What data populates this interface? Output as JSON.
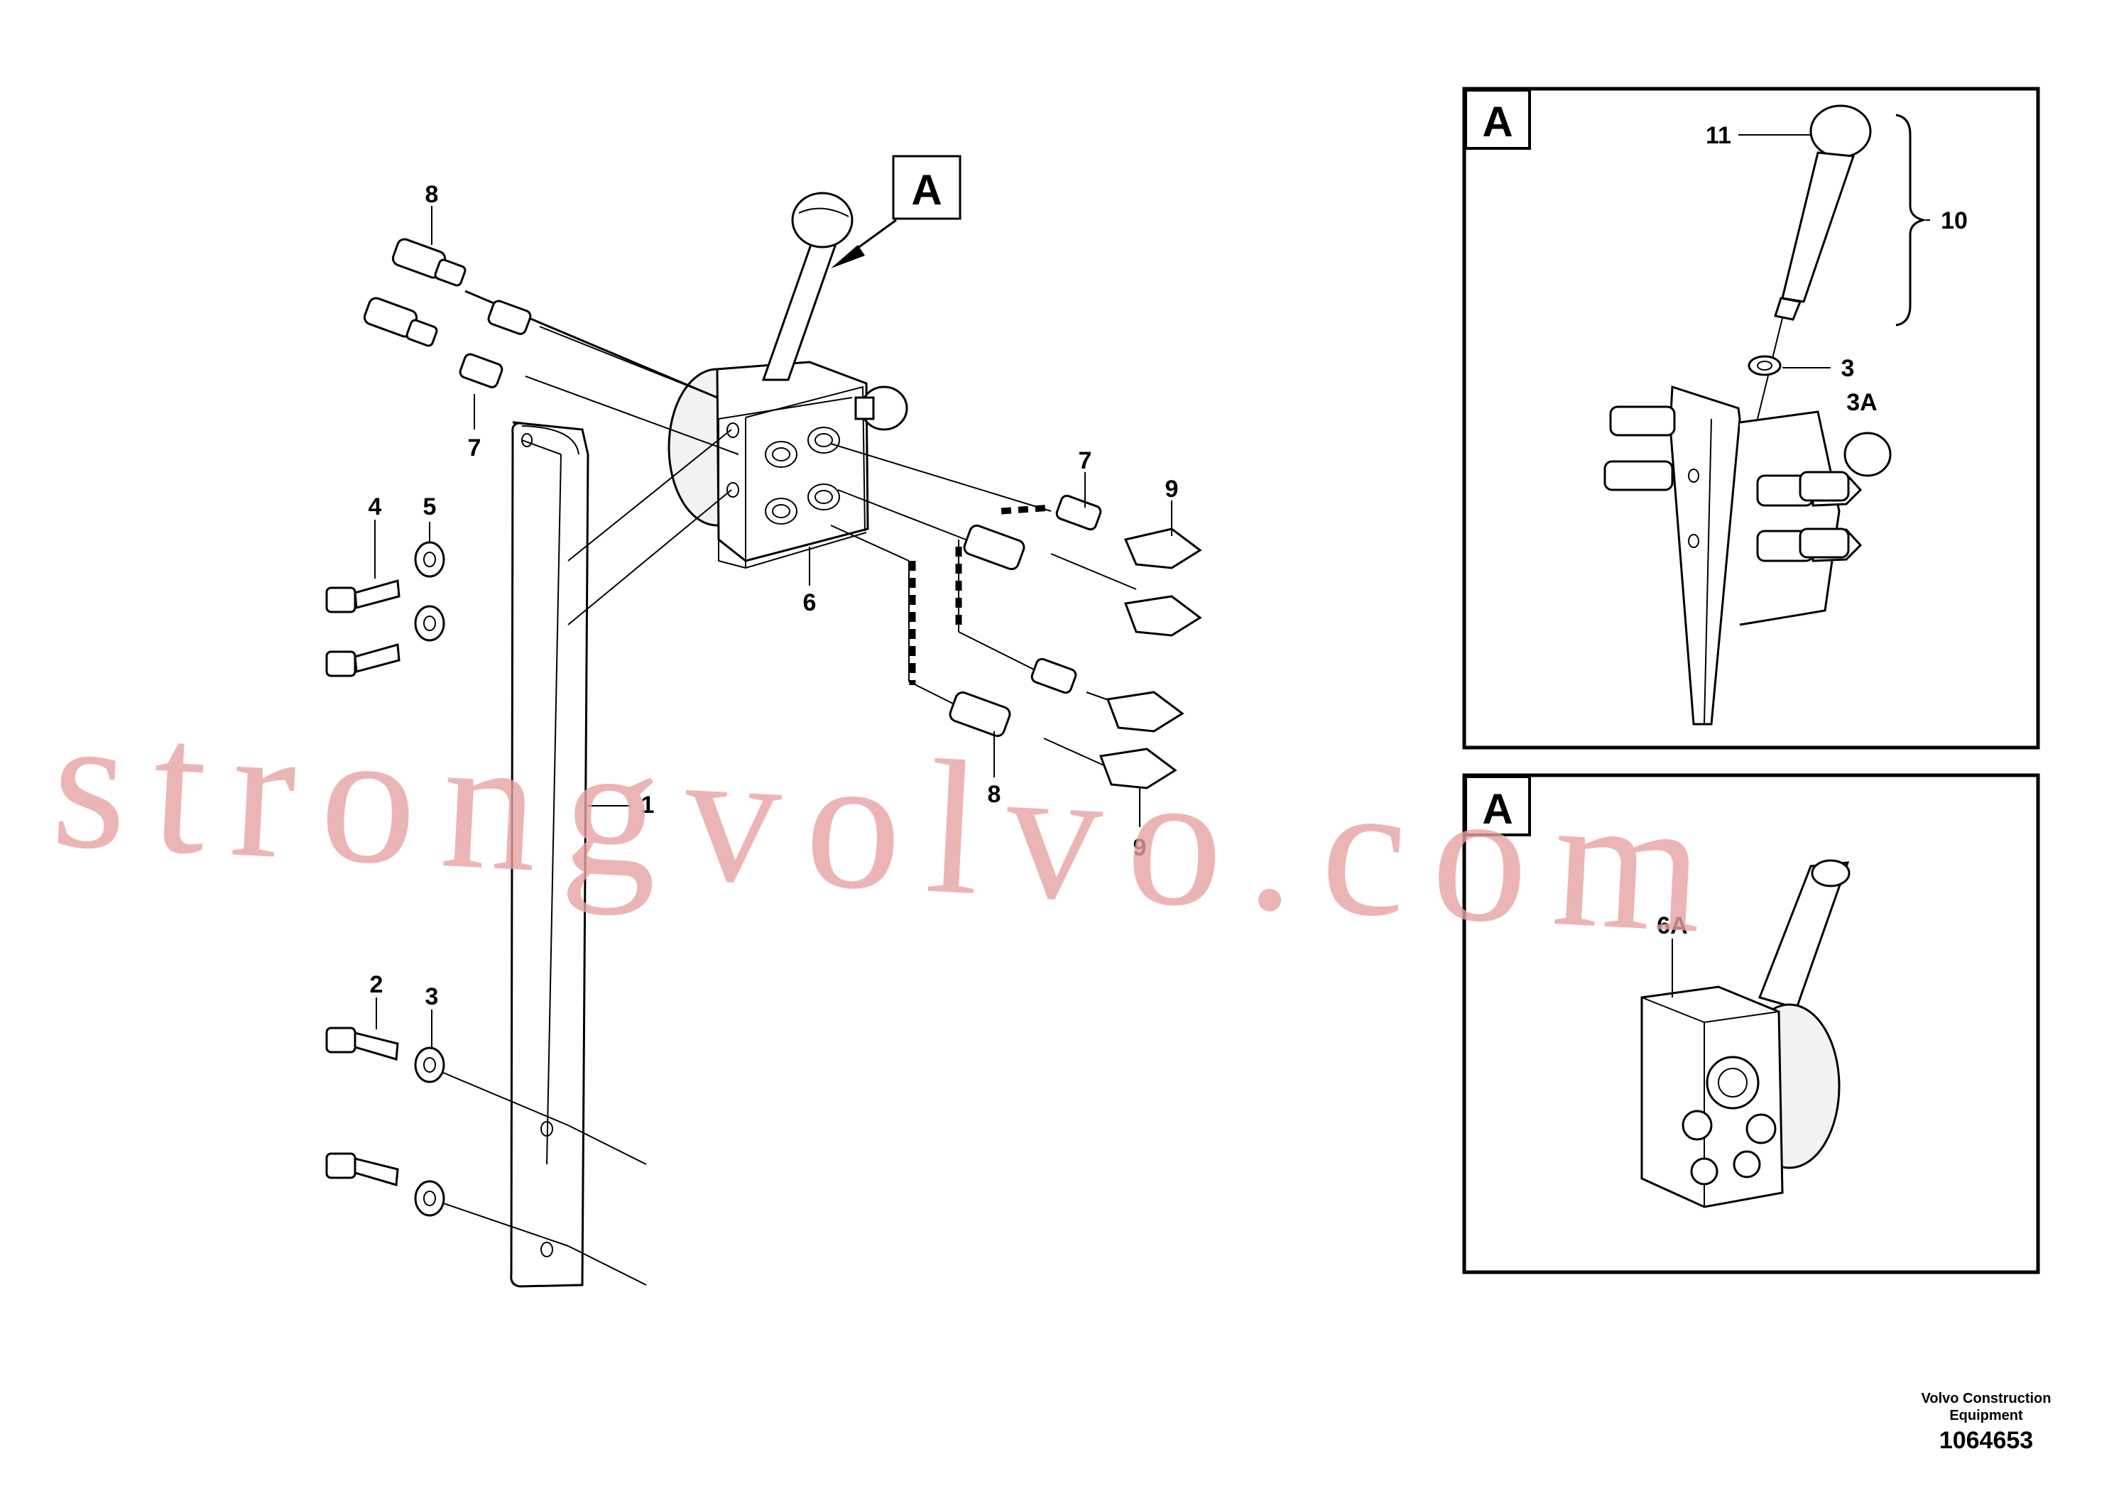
{
  "main_view": {
    "detail_flag": "A",
    "callouts": {
      "c1": "1",
      "c2": "2",
      "c3": "3",
      "c4": "4",
      "c5": "5",
      "c6": "6",
      "c7a": "7",
      "c7b": "7",
      "c8a": "8",
      "c8b": "8",
      "c9a": "9",
      "c9b": "9"
    }
  },
  "detail_top": {
    "flag": "A",
    "callouts": {
      "c11": "11",
      "c10": "10",
      "c3": "3",
      "c3a": "3A"
    }
  },
  "detail_bottom": {
    "flag": "A",
    "callouts": {
      "c6a": "6A"
    }
  },
  "watermark": "strongvolvo.com",
  "footer": {
    "maker_line1": "Volvo Construction",
    "maker_line2": "Equipment",
    "doc_number": "1064653"
  }
}
